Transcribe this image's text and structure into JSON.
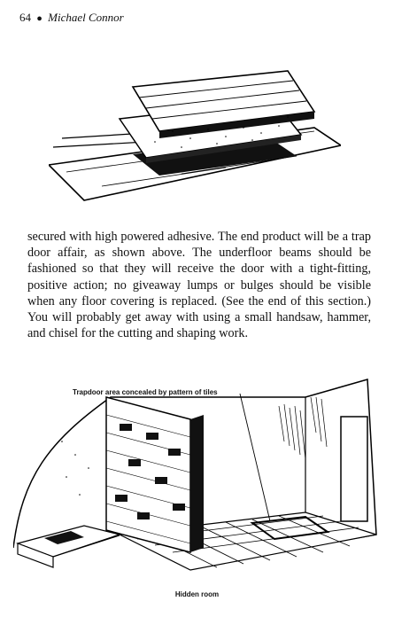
{
  "running_head": {
    "page_number": "64",
    "separator": "●",
    "author": "Michael Connor"
  },
  "body": {
    "paragraph": "secured with high powered adhesive. The end product will be a trap door affair, as shown above. The underfloor beams should be fashioned so that they will receive the door with a tight-fitting, positive action; no giveaway lumps or bulges should be visible when any floor covering is replaced. (See the end of this section.) You will probably get away with using a small handsaw, hammer, and chisel for the cutting and shaping work."
  },
  "figure_bottom": {
    "callout": "Trapdoor area concealed by pattern of tiles",
    "caption": "Hidden room"
  }
}
